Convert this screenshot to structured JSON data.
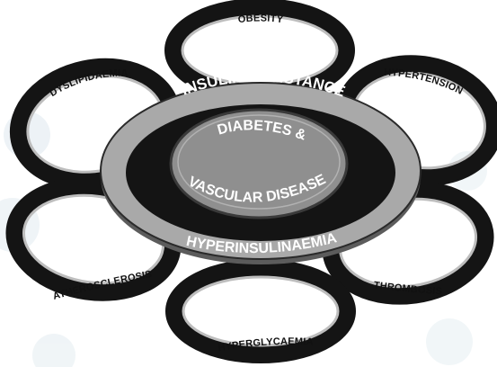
{
  "rings": {
    "top": "OBESITY",
    "upper_left": "DYSLIPIDAEMIA",
    "upper_right": "HYPERTENSION",
    "lower_left": "ATHEROSCLEROSIS",
    "lower_right": "THROMBOSIS",
    "bottom": "HYPERGLYCAEMIA"
  },
  "central_ring": {
    "top_label": "INSULIN RESISTANCE",
    "bottom_label": "HYPERINSULINAEMIA"
  },
  "center": {
    "line1": "DIABETES &",
    "line2": "VASCULAR DISEASE"
  },
  "colors": {
    "band_dark": "#141414",
    "band_inner": "#bdbdbd",
    "central_band": "#a9a9a9",
    "center_fill": "#8f8f8f",
    "background_tint": "#d8e6ee"
  }
}
